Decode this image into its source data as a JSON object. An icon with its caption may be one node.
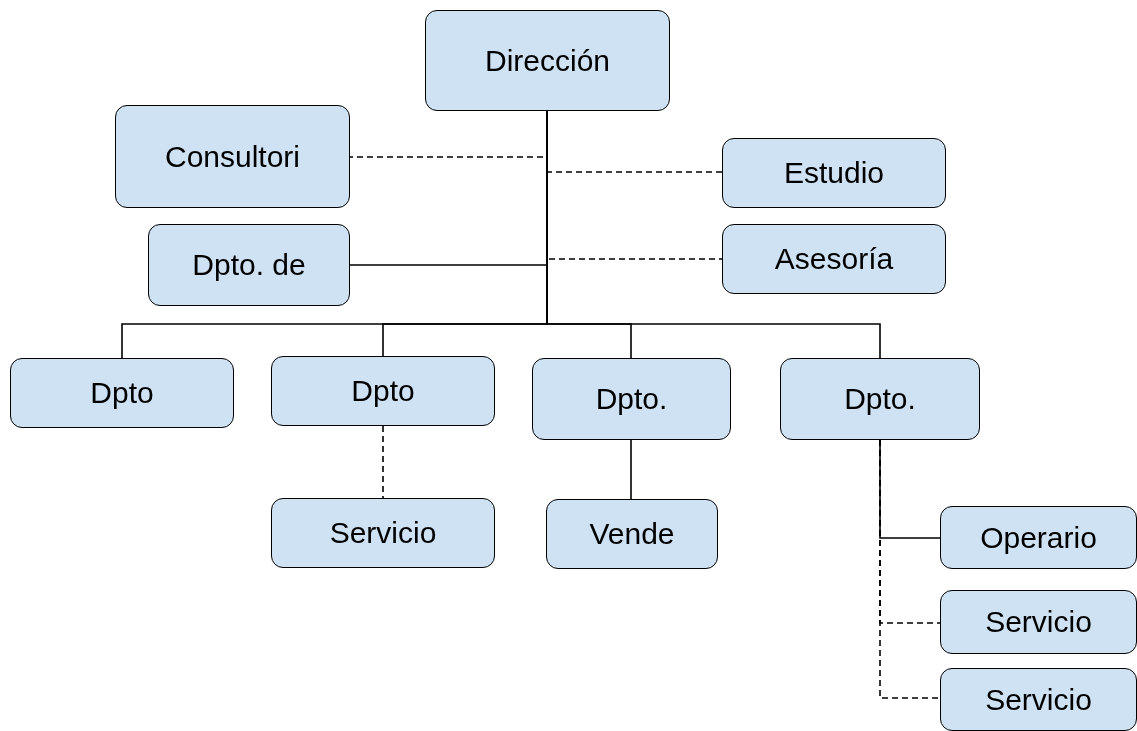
{
  "diagram": {
    "nodes": [
      {
        "text": [
          "Dirección"
        ]
      },
      {
        "text": [
          "Consultori"
        ]
      },
      {
        "text": [
          "Estudio"
        ]
      },
      {
        "text": [
          "Dpto. de"
        ]
      },
      {
        "text": [
          "Asesoría"
        ]
      },
      {
        "text": [
          "Dpto"
        ]
      },
      {
        "text": [
          "Dpto"
        ]
      },
      {
        "text": [
          "Dpto."
        ]
      },
      {
        "text": [
          "Dpto."
        ]
      },
      {
        "text": [
          "Servicio"
        ]
      },
      {
        "text": [
          "Vende"
        ]
      },
      {
        "text": [
          "Operario"
        ]
      },
      {
        "text": [
          "Servicio"
        ]
      },
      {
        "text": [
          "Servicio"
        ]
      }
    ],
    "edges": [
      {
        "from": 0,
        "to": 1,
        "arrow": "none",
        "style": "dashed"
      },
      {
        "from": 0,
        "to": 2,
        "arrow": "none",
        "style": "dashed"
      },
      {
        "from": 0,
        "to": 3,
        "arrow": "none"
      },
      {
        "from": 0,
        "to": 4,
        "arrow": "none",
        "style": "dashed"
      },
      {
        "from": 0,
        "to": 5,
        "arrow": "none"
      },
      {
        "from": 0,
        "to": 6,
        "arrow": "none"
      },
      {
        "from": 0,
        "to": 7,
        "arrow": "none"
      },
      {
        "from": 0,
        "to": 8,
        "arrow": "none"
      },
      {
        "from": 6,
        "to": 9,
        "arrow": "none",
        "style": "dashed"
      },
      {
        "from": 7,
        "to": 10,
        "arrow": "none"
      },
      {
        "from": 8,
        "to": 11,
        "arrow": "none"
      },
      {
        "from": 8,
        "to": 12,
        "arrow": "none",
        "style": "dashed"
      },
      {
        "from": 8,
        "to": 13,
        "arrow": "none",
        "style": "dashed"
      }
    ]
  }
}
